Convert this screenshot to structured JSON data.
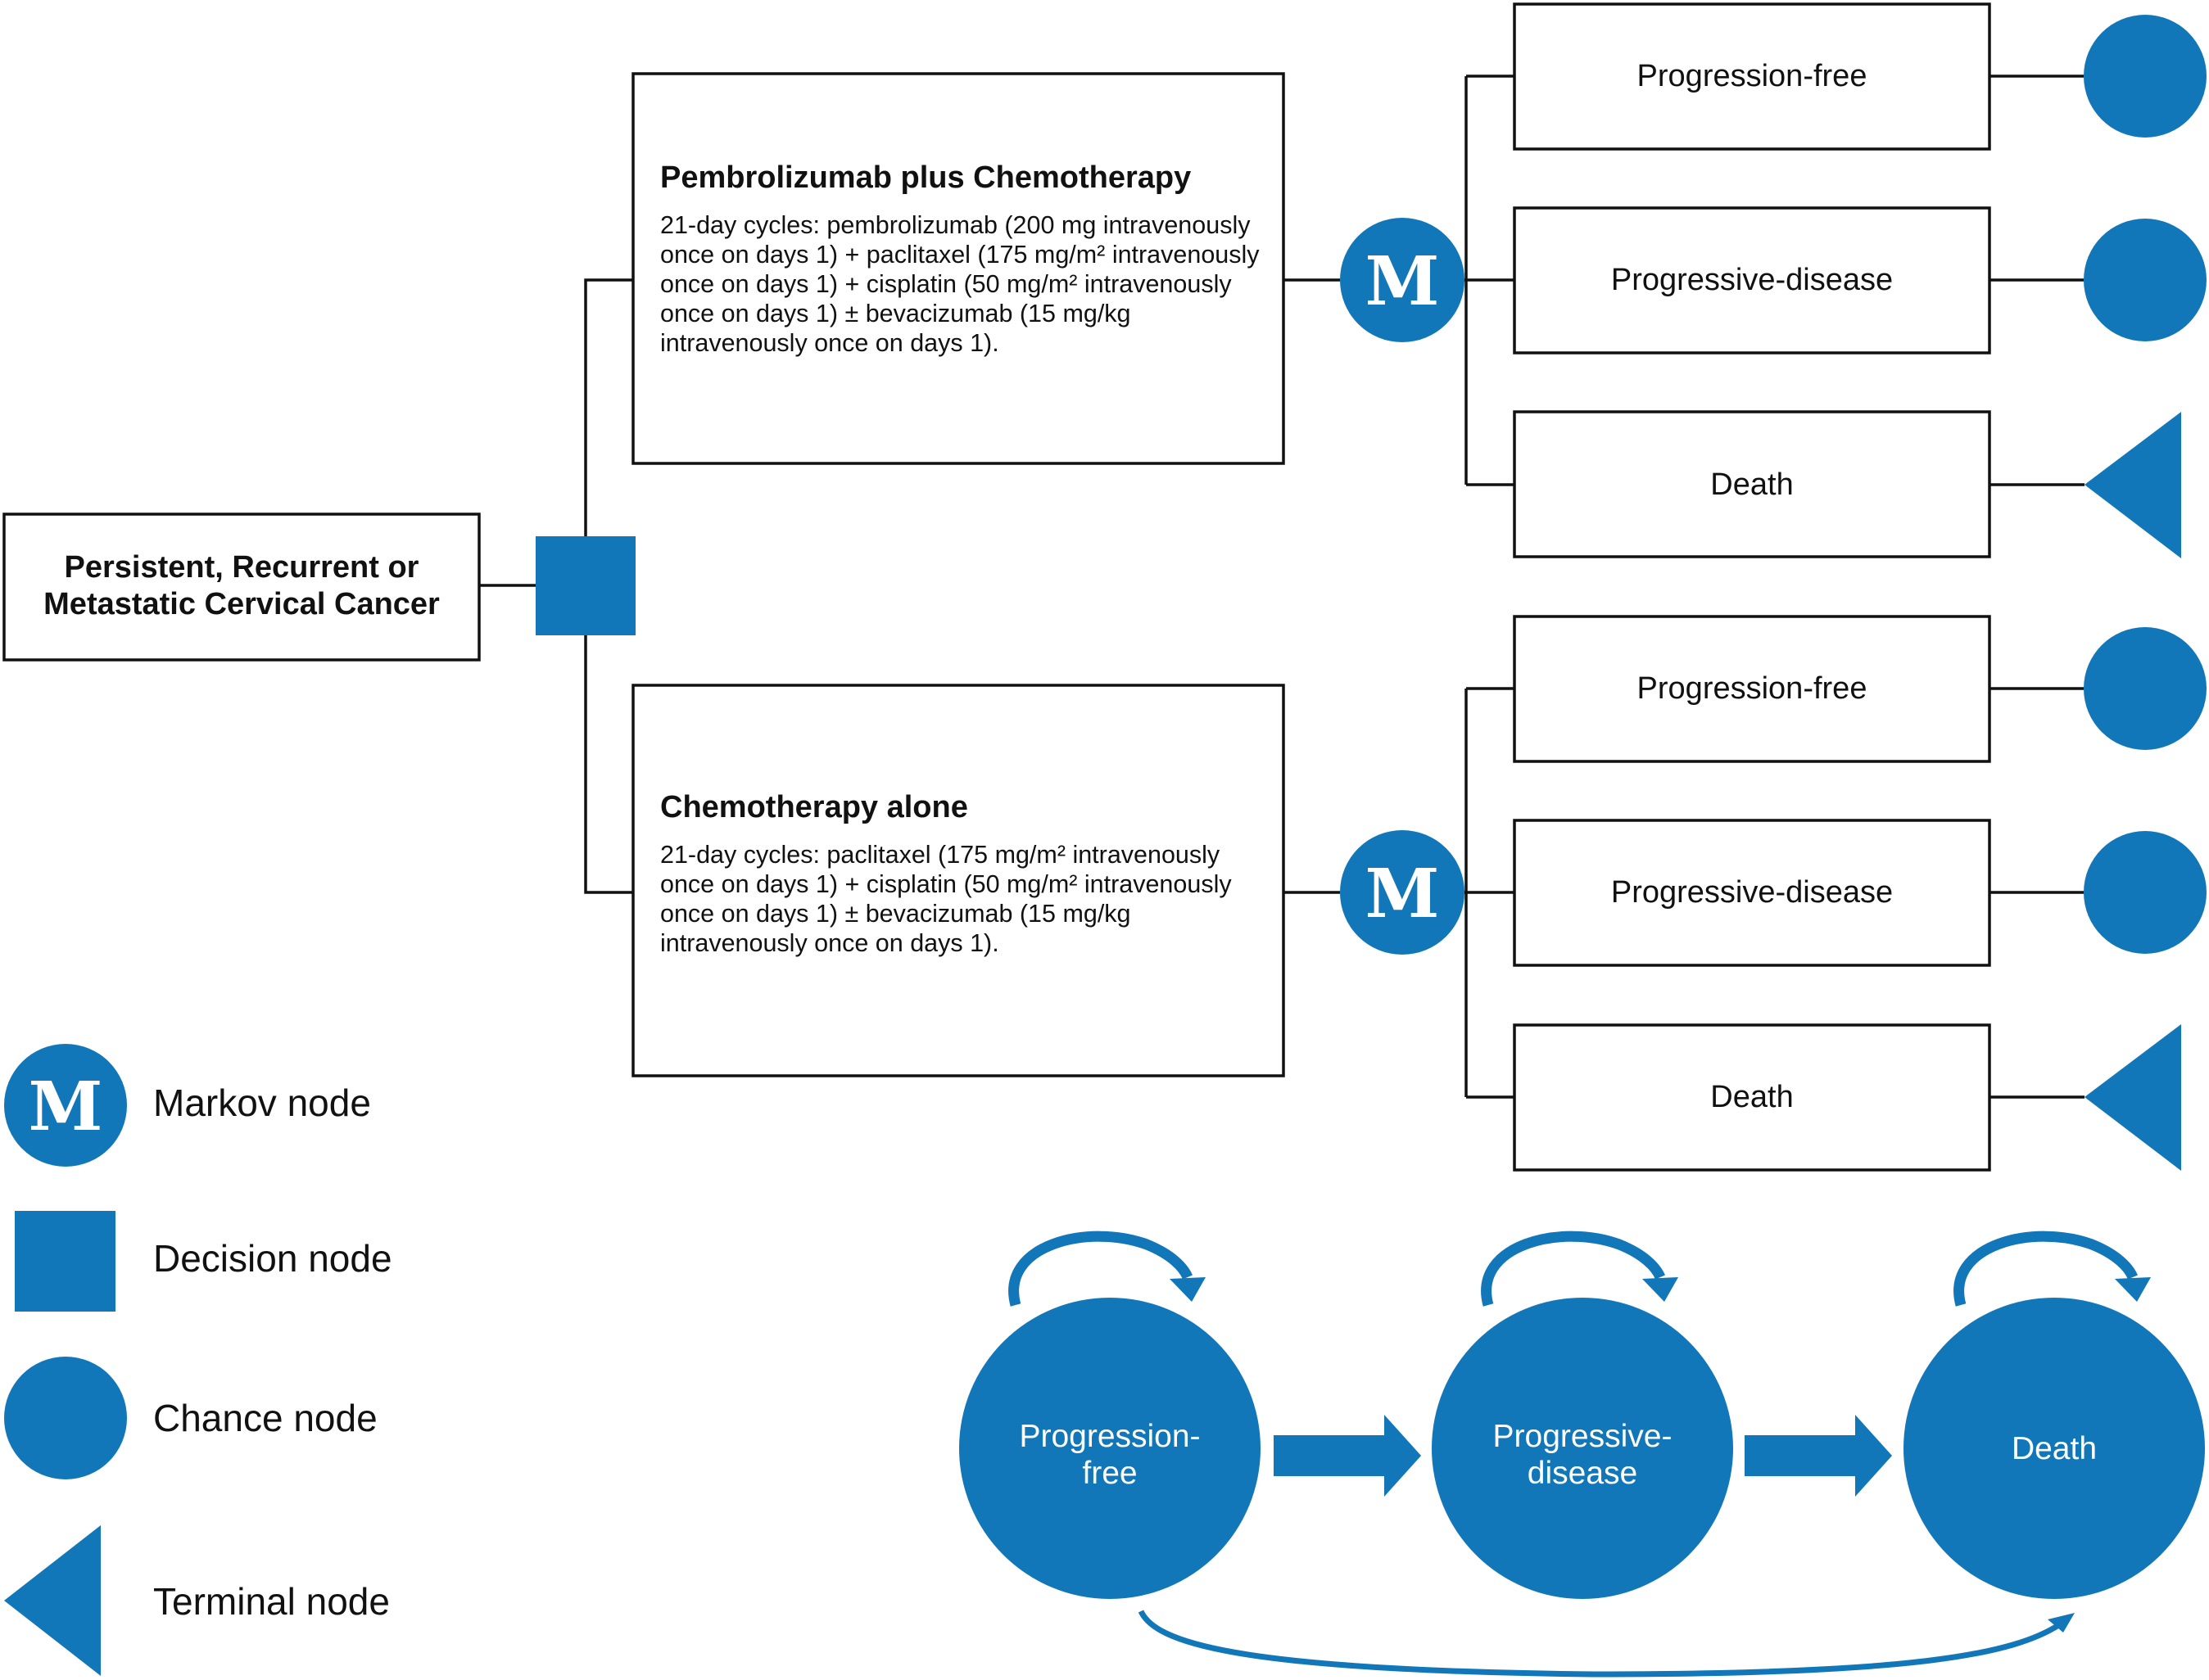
{
  "colors": {
    "node_fill": "#1177b8",
    "line": "#111111",
    "box_fill": "#ffffff"
  },
  "root": {
    "line1": "Persistent, Recurrent or",
    "line2": "Metastatic Cervical Cancer"
  },
  "arms": [
    {
      "title": "Pembrolizumab plus Chemotherapy",
      "description": "21-day cycles: pembrolizumab (200 mg intravenously once on days 1) + paclitaxel (175 mg/m² intravenously once on days 1) + cisplatin (50 mg/m² intravenously once on days 1) ± bevacizumab (15 mg/kg intravenously once on days 1).",
      "markov_symbol": "M",
      "states": [
        "Progression-free",
        "Progressive-disease",
        "Death"
      ]
    },
    {
      "title": "Chemotherapy alone",
      "description": "21-day cycles: paclitaxel (175 mg/m² intravenously once on days 1) + cisplatin (50 mg/m² intravenously once on days 1) ± bevacizumab (15 mg/kg intravenously once on days 1).",
      "markov_symbol": "M",
      "states": [
        "Progression-free",
        "Progressive-disease",
        "Death"
      ]
    }
  ],
  "legend": {
    "markov_symbol": "M",
    "markov": "Markov node",
    "decision": "Decision node",
    "chance": "Chance node",
    "terminal": "Terminal node"
  },
  "markov_model": {
    "states": [
      {
        "line1": "Progression-",
        "line2": "free"
      },
      {
        "line1": "Progressive-",
        "line2": "disease"
      },
      {
        "line1": "Death",
        "line2": ""
      }
    ]
  }
}
